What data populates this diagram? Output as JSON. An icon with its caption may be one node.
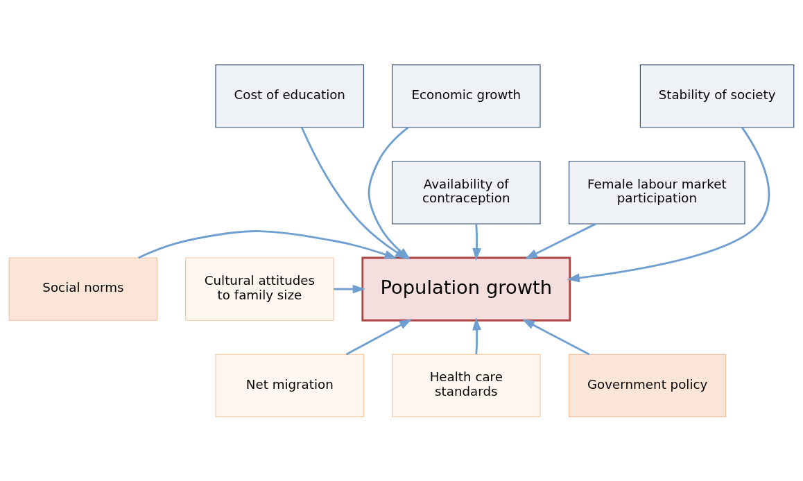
{
  "diagram": {
    "nodes": [
      {
        "text": [
          "Economic growth"
        ]
      },
      {
        "text": [
          "Stability of society"
        ]
      },
      {
        "text": [
          "Cost of education"
        ]
      },
      {
        "text": [
          "Availability of contraception"
        ]
      },
      {
        "text": [
          "Female labour market participation"
        ]
      },
      {
        "text": [
          "Population growth"
        ]
      },
      {
        "text": [
          "Cultural attitudes to family size"
        ]
      },
      {
        "text": [
          "Social norms"
        ]
      },
      {
        "text": [
          "Net migration"
        ]
      },
      {
        "text": [
          "Health care standards"
        ]
      },
      {
        "text": [
          "Government policy"
        ]
      }
    ],
    "edges": [
      {
        "from": 0,
        "to": 5,
        "arrow": "to"
      },
      {
        "from": 1,
        "to": 5,
        "arrow": "to"
      },
      {
        "from": 2,
        "to": 5,
        "arrow": "to"
      },
      {
        "from": 3,
        "to": 5,
        "arrow": "to"
      },
      {
        "from": 4,
        "to": 5,
        "arrow": "to"
      },
      {
        "from": 6,
        "to": 5,
        "arrow": "to"
      },
      {
        "from": 7,
        "to": 5,
        "arrow": "to"
      },
      {
        "from": 8,
        "to": 5,
        "arrow": "to"
      },
      {
        "from": 9,
        "to": 5,
        "arrow": "to"
      },
      {
        "from": 10,
        "to": 5,
        "arrow": "to"
      }
    ]
  }
}
